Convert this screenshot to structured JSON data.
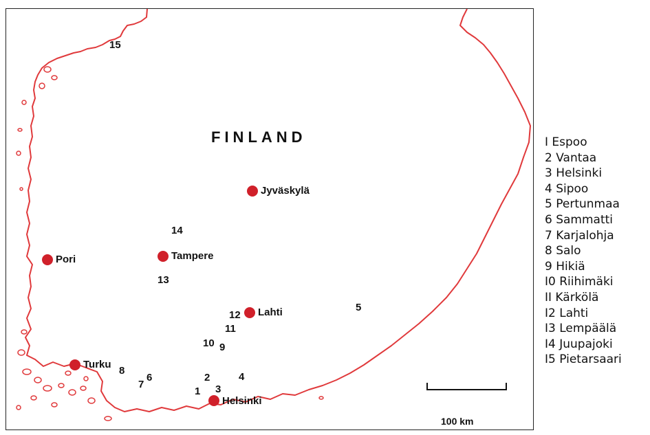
{
  "map": {
    "country": "FINLAND",
    "cities": [
      {
        "id": "jyvaskyla",
        "name": "Jyväskylä"
      },
      {
        "id": "pori",
        "name": "Pori"
      },
      {
        "id": "tampere",
        "name": "Tampere"
      },
      {
        "id": "lahti",
        "name": "Lahti"
      },
      {
        "id": "turku",
        "name": "Turku"
      },
      {
        "id": "helsinki",
        "name": "Helsinki"
      }
    ],
    "site_numbers": [
      "1",
      "2",
      "3",
      "4",
      "5",
      "6",
      "7",
      "8",
      "9",
      "10",
      "11",
      "12",
      "13",
      "14",
      "15"
    ],
    "scale_bar": "100 km",
    "colors": {
      "coastline": "#e0393b",
      "city_dot": "#d0202a",
      "text": "#111111"
    }
  },
  "legend": [
    "I Espoo",
    "2 Vantaa",
    "3 Helsinki",
    "4 Sipoo",
    "5 Pertunmaa",
    "6 Sammatti",
    "7 Karjalohja",
    "8 Salo",
    "9 Hikiä",
    "I0 Riihimäki",
    "II Kärkölä",
    "I2 Lahti",
    "I3 Lempäälä",
    "I4 Juupajoki",
    "I5 Pietarsaari"
  ]
}
